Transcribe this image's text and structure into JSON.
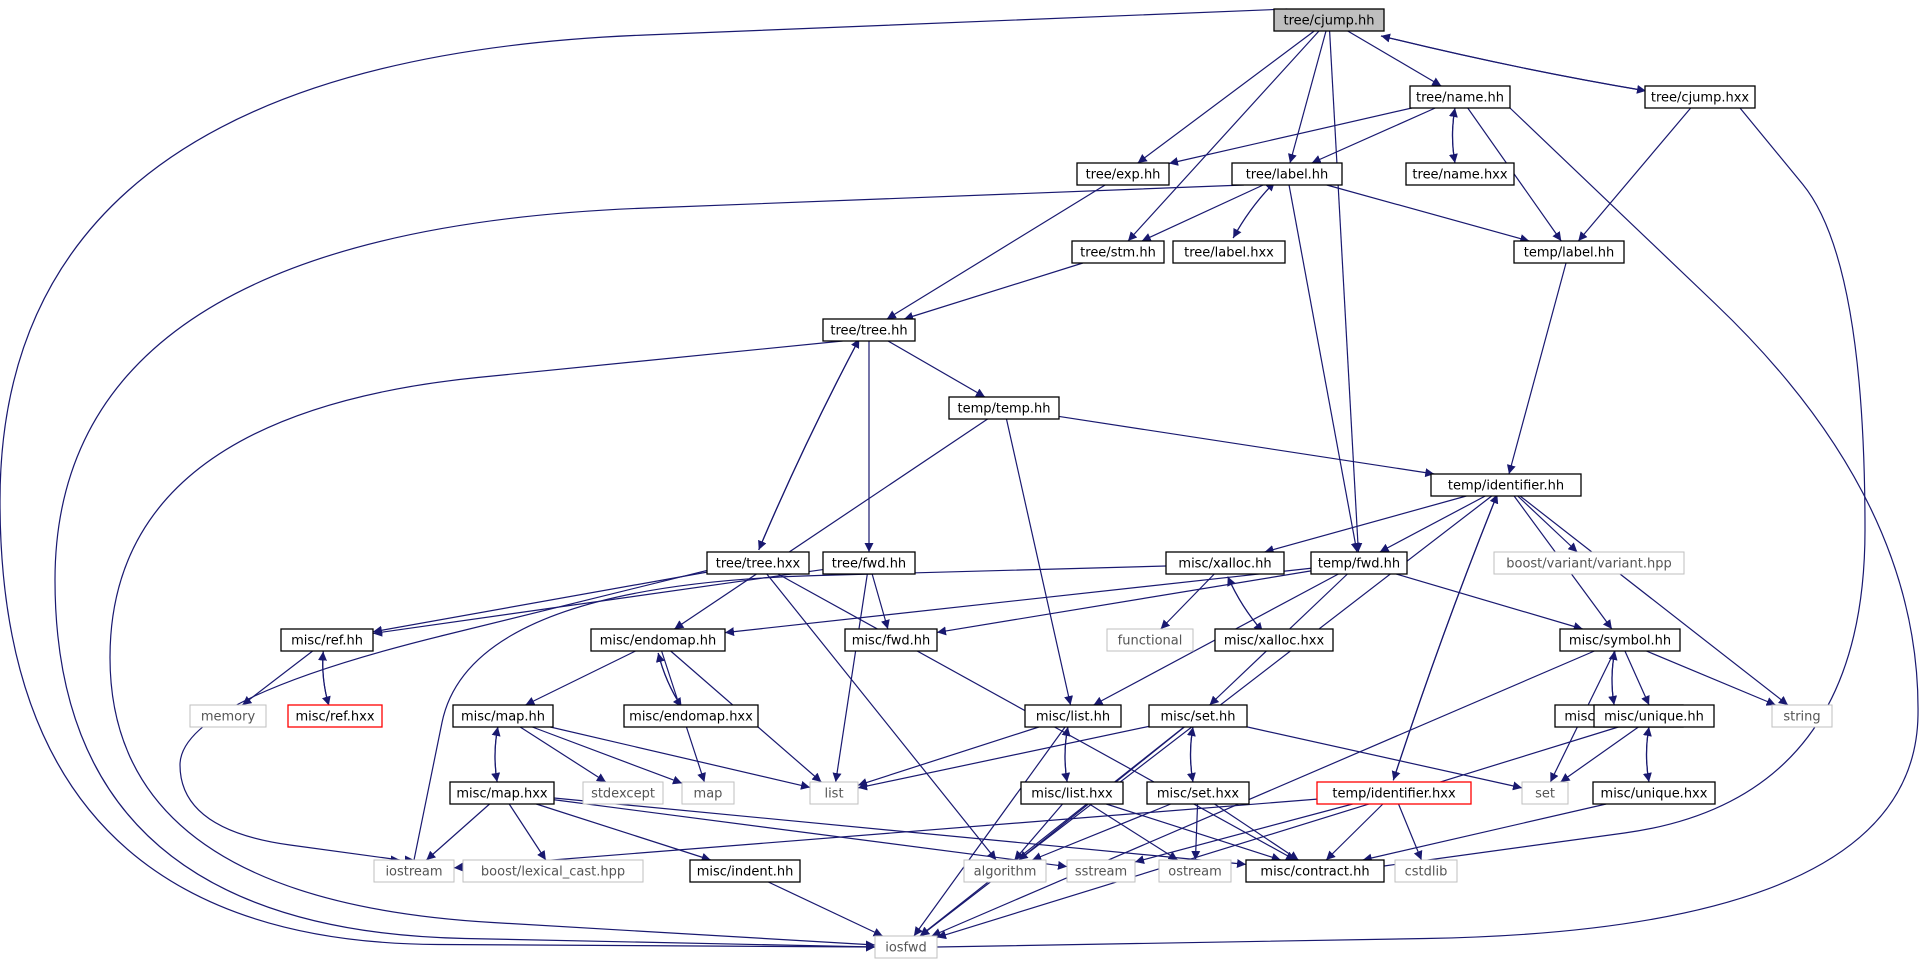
{
  "graph": {
    "title": "tree/cjump.hh",
    "colors": {
      "edge": "#191970",
      "focus_fill": "#bfbfbf",
      "node_border": "#000000",
      "external_border": "#bfbfbf",
      "truncated_border": "#ff0000",
      "node_fill": "#ffffff"
    },
    "nodes": [
      {
        "id": "cjump_hh",
        "label": "tree/cjump.hh",
        "style": "focus"
      },
      {
        "id": "name_hh",
        "label": "tree/name.hh",
        "style": "normal"
      },
      {
        "id": "cjump_hxx",
        "label": "tree/cjump.hxx",
        "style": "normal"
      },
      {
        "id": "exp_hh",
        "label": "tree/exp.hh",
        "style": "normal"
      },
      {
        "id": "label_hh",
        "label": "tree/label.hh",
        "style": "normal"
      },
      {
        "id": "name_hxx",
        "label": "tree/name.hxx",
        "style": "normal"
      },
      {
        "id": "stm_hh",
        "label": "tree/stm.hh",
        "style": "normal"
      },
      {
        "id": "label_hxx",
        "label": "tree/label.hxx",
        "style": "normal"
      },
      {
        "id": "temp_label_hh",
        "label": "temp/label.hh",
        "style": "normal"
      },
      {
        "id": "tree_hh",
        "label": "tree/tree.hh",
        "style": "normal"
      },
      {
        "id": "temp_hh",
        "label": "temp/temp.hh",
        "style": "normal"
      },
      {
        "id": "identifier_hh",
        "label": "temp/identifier.hh",
        "style": "normal"
      },
      {
        "id": "tree_hxx",
        "label": "tree/tree.hxx",
        "style": "normal"
      },
      {
        "id": "tree_fwd_hh",
        "label": "tree/fwd.hh",
        "style": "normal"
      },
      {
        "id": "xalloc_hh",
        "label": "misc/xalloc.hh",
        "style": "normal"
      },
      {
        "id": "temp_fwd_hh",
        "label": "temp/fwd.hh",
        "style": "normal"
      },
      {
        "id": "variant_hpp",
        "label": "boost/variant/variant.hpp",
        "style": "external"
      },
      {
        "id": "ref_hh",
        "label": "misc/ref.hh",
        "style": "normal"
      },
      {
        "id": "endomap_hh",
        "label": "misc/endomap.hh",
        "style": "normal"
      },
      {
        "id": "misc_fwd_hh",
        "label": "misc/fwd.hh",
        "style": "normal"
      },
      {
        "id": "functional",
        "label": "functional",
        "style": "external"
      },
      {
        "id": "xalloc_hxx",
        "label": "misc/xalloc.hxx",
        "style": "normal"
      },
      {
        "id": "symbol_hh",
        "label": "misc/symbol.hh",
        "style": "normal"
      },
      {
        "id": "memory",
        "label": "memory",
        "style": "external"
      },
      {
        "id": "ref_hxx",
        "label": "misc/ref.hxx",
        "style": "truncated"
      },
      {
        "id": "endomap_hxx",
        "label": "misc/endomap.hxx",
        "style": "normal"
      },
      {
        "id": "map_hh",
        "label": "misc/map.hh",
        "style": "normal"
      },
      {
        "id": "list_hh",
        "label": "misc/list.hh",
        "style": "normal"
      },
      {
        "id": "set_hh",
        "label": "misc/set.hh",
        "style": "normal"
      },
      {
        "id": "symbol_hxx",
        "label": "misc/symbol.hxx",
        "style": "normal"
      },
      {
        "id": "unique_hh",
        "label": "misc/unique.hh",
        "style": "normal"
      },
      {
        "id": "string",
        "label": "string",
        "style": "external"
      },
      {
        "id": "stdexcept",
        "label": "stdexcept",
        "style": "external"
      },
      {
        "id": "map",
        "label": "map",
        "style": "external"
      },
      {
        "id": "list",
        "label": "list",
        "style": "external"
      },
      {
        "id": "set",
        "label": "set",
        "style": "external"
      },
      {
        "id": "map_hxx",
        "label": "misc/map.hxx",
        "style": "normal"
      },
      {
        "id": "list_hxx",
        "label": "misc/list.hxx",
        "style": "normal"
      },
      {
        "id": "set_hxx",
        "label": "misc/set.hxx",
        "style": "normal"
      },
      {
        "id": "identifier_hxx",
        "label": "temp/identifier.hxx",
        "style": "truncated"
      },
      {
        "id": "unique_hxx",
        "label": "misc/unique.hxx",
        "style": "normal"
      },
      {
        "id": "iostream",
        "label": "iostream",
        "style": "external"
      },
      {
        "id": "lexical_cast",
        "label": "boost/lexical_cast.hpp",
        "style": "external"
      },
      {
        "id": "indent_hh",
        "label": "misc/indent.hh",
        "style": "normal"
      },
      {
        "id": "algorithm",
        "label": "algorithm",
        "style": "external"
      },
      {
        "id": "sstream",
        "label": "sstream",
        "style": "external"
      },
      {
        "id": "ostream",
        "label": "ostream",
        "style": "external"
      },
      {
        "id": "contract_hh",
        "label": "misc/contract.hh",
        "style": "normal"
      },
      {
        "id": "cstdlib",
        "label": "cstdlib",
        "style": "external"
      },
      {
        "id": "iosfwd",
        "label": "iosfwd",
        "style": "external"
      }
    ],
    "edges": [
      [
        "cjump_hh",
        "iosfwd"
      ],
      [
        "cjump_hh",
        "exp_hh"
      ],
      [
        "cjump_hh",
        "stm_hh"
      ],
      [
        "cjump_hh",
        "label_hh"
      ],
      [
        "cjump_hh",
        "temp_fwd_hh"
      ],
      [
        "cjump_hh",
        "name_hh"
      ],
      [
        "cjump_hh",
        "cjump_hxx"
      ],
      [
        "cjump_hxx",
        "cjump_hh"
      ],
      [
        "cjump_hxx",
        "temp_label_hh"
      ],
      [
        "cjump_hxx",
        "contract_hh"
      ],
      [
        "name_hh",
        "exp_hh"
      ],
      [
        "name_hh",
        "label_hh"
      ],
      [
        "name_hh",
        "name_hxx"
      ],
      [
        "name_hxx",
        "name_hh"
      ],
      [
        "name_hh",
        "temp_label_hh"
      ],
      [
        "name_hh",
        "iosfwd"
      ],
      [
        "exp_hh",
        "tree_hh"
      ],
      [
        "label_hh",
        "iosfwd"
      ],
      [
        "label_hh",
        "stm_hh"
      ],
      [
        "label_hh",
        "label_hxx"
      ],
      [
        "label_hxx",
        "label_hh"
      ],
      [
        "label_hh",
        "temp_label_hh"
      ],
      [
        "label_hh",
        "temp_fwd_hh"
      ],
      [
        "stm_hh",
        "tree_hh"
      ],
      [
        "temp_label_hh",
        "identifier_hh"
      ],
      [
        "tree_hh",
        "iosfwd"
      ],
      [
        "tree_hh",
        "temp_hh"
      ],
      [
        "tree_hh",
        "tree_hxx"
      ],
      [
        "tree_hxx",
        "tree_hh"
      ],
      [
        "tree_hh",
        "tree_fwd_hh"
      ],
      [
        "temp_hh",
        "identifier_hh"
      ],
      [
        "temp_hh",
        "endomap_hh"
      ],
      [
        "temp_hh",
        "list_hh"
      ],
      [
        "identifier_hh",
        "iosfwd"
      ],
      [
        "identifier_hh",
        "xalloc_hh"
      ],
      [
        "identifier_hh",
        "temp_fwd_hh"
      ],
      [
        "identifier_hh",
        "variant_hpp"
      ],
      [
        "identifier_hh",
        "symbol_hh"
      ],
      [
        "identifier_hh",
        "string"
      ],
      [
        "identifier_hh",
        "identifier_hxx"
      ],
      [
        "identifier_hxx",
        "identifier_hh"
      ],
      [
        "tree_hxx",
        "ref_hh"
      ],
      [
        "tree_hxx",
        "iostream"
      ],
      [
        "tree_hxx",
        "algorithm"
      ],
      [
        "tree_hxx",
        "contract_hh"
      ],
      [
        "tree_fwd_hh",
        "ref_hh"
      ],
      [
        "tree_fwd_hh",
        "misc_fwd_hh"
      ],
      [
        "tree_fwd_hh",
        "list"
      ],
      [
        "xalloc_hh",
        "iostream"
      ],
      [
        "xalloc_hh",
        "functional"
      ],
      [
        "xalloc_hh",
        "xalloc_hxx"
      ],
      [
        "xalloc_hxx",
        "xalloc_hh"
      ],
      [
        "temp_fwd_hh",
        "misc_fwd_hh"
      ],
      [
        "temp_fwd_hh",
        "endomap_hh"
      ],
      [
        "temp_fwd_hh",
        "symbol_hh"
      ],
      [
        "temp_fwd_hh",
        "list_hh"
      ],
      [
        "temp_fwd_hh",
        "set_hh"
      ],
      [
        "ref_hh",
        "memory"
      ],
      [
        "ref_hh",
        "ref_hxx"
      ],
      [
        "ref_hxx",
        "ref_hh"
      ],
      [
        "endomap_hh",
        "map_hh"
      ],
      [
        "endomap_hh",
        "endomap_hxx"
      ],
      [
        "endomap_hxx",
        "endomap_hh"
      ],
      [
        "endomap_hh",
        "list"
      ],
      [
        "endomap_hh",
        "map"
      ],
      [
        "symbol_hh",
        "symbol_hxx"
      ],
      [
        "symbol_hxx",
        "symbol_hh"
      ],
      [
        "symbol_hh",
        "unique_hh"
      ],
      [
        "symbol_hh",
        "set"
      ],
      [
        "symbol_hh",
        "string"
      ],
      [
        "symbol_hh",
        "iosfwd"
      ],
      [
        "map_hh",
        "map_hxx"
      ],
      [
        "map_hxx",
        "map_hh"
      ],
      [
        "map_hh",
        "stdexcept"
      ],
      [
        "map_hh",
        "map"
      ],
      [
        "map_hh",
        "list"
      ],
      [
        "list_hh",
        "list_hxx"
      ],
      [
        "list_hxx",
        "list_hh"
      ],
      [
        "list_hh",
        "list"
      ],
      [
        "list_hh",
        "iosfwd"
      ],
      [
        "set_hh",
        "set_hxx"
      ],
      [
        "set_hxx",
        "set_hh"
      ],
      [
        "set_hh",
        "set"
      ],
      [
        "set_hh",
        "list"
      ],
      [
        "set_hh",
        "algorithm"
      ],
      [
        "set_hh",
        "iosfwd"
      ],
      [
        "unique_hh",
        "unique_hxx"
      ],
      [
        "unique_hxx",
        "unique_hh"
      ],
      [
        "unique_hh",
        "set"
      ],
      [
        "unique_hh",
        "iosfwd"
      ],
      [
        "map_hxx",
        "iostream"
      ],
      [
        "map_hxx",
        "lexical_cast"
      ],
      [
        "map_hxx",
        "indent_hh"
      ],
      [
        "map_hxx",
        "sstream"
      ],
      [
        "map_hxx",
        "contract_hh"
      ],
      [
        "list_hxx",
        "algorithm"
      ],
      [
        "list_hxx",
        "ostream"
      ],
      [
        "list_hxx",
        "contract_hh"
      ],
      [
        "set_hxx",
        "algorithm"
      ],
      [
        "set_hxx",
        "ostream"
      ],
      [
        "set_hxx",
        "contract_hh"
      ],
      [
        "identifier_hxx",
        "iostream"
      ],
      [
        "identifier_hxx",
        "sstream"
      ],
      [
        "identifier_hxx",
        "contract_hh"
      ],
      [
        "identifier_hxx",
        "cstdlib"
      ],
      [
        "unique_hxx",
        "contract_hh"
      ],
      [
        "indent_hh",
        "iosfwd"
      ]
    ]
  }
}
